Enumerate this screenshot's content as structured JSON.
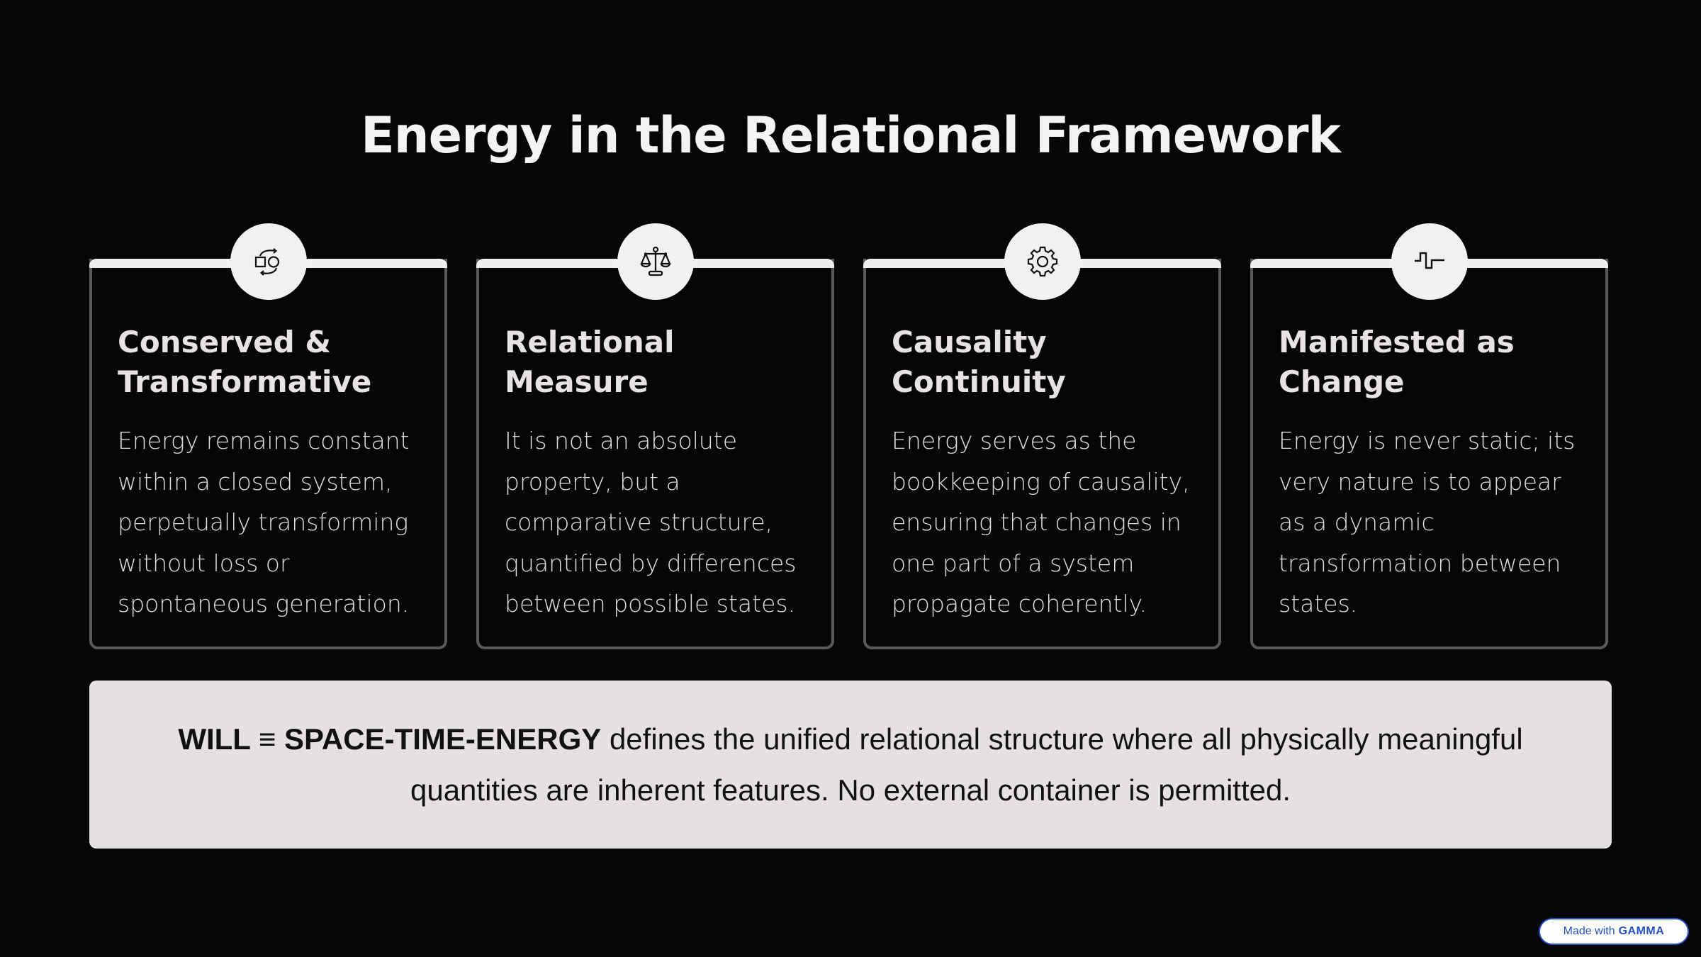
{
  "slide": {
    "title": "Energy in the Relational Framework",
    "cards": [
      {
        "icon": "transform-shapes-icon",
        "heading": "Conserved & Transformative",
        "body": "Energy remains constant within a closed system, perpetually transforming without loss or spontaneous generation."
      },
      {
        "icon": "balance-scale-icon",
        "heading": "Relational Measure",
        "body": "It is not an absolute property, but a comparative structure, quantified by differences between possible states."
      },
      {
        "icon": "gear-icon",
        "heading": "Causality Continuity",
        "body": "Energy serves as the bookkeeping of causality, ensuring that changes in one part of a system propagate coherently."
      },
      {
        "icon": "pulse-wave-icon",
        "heading": "Manifested as Change",
        "body": "Energy is never static; its very nature is to appear as a dynamic transformation between states."
      }
    ],
    "banner": {
      "bold_text": "WILL ≡ SPACE-TIME-ENERGY",
      "text": " defines the unified relational structure where all physically meaningful quantities are inherent features. No external container is permitted."
    }
  },
  "badge": {
    "prefix": "Made with",
    "brand": "GAMMA"
  },
  "colors": {
    "background": "#060606",
    "card_border": "#5a5a5d",
    "banner_bg": "#e6e1e1",
    "badge_blue": "#2450c8"
  }
}
